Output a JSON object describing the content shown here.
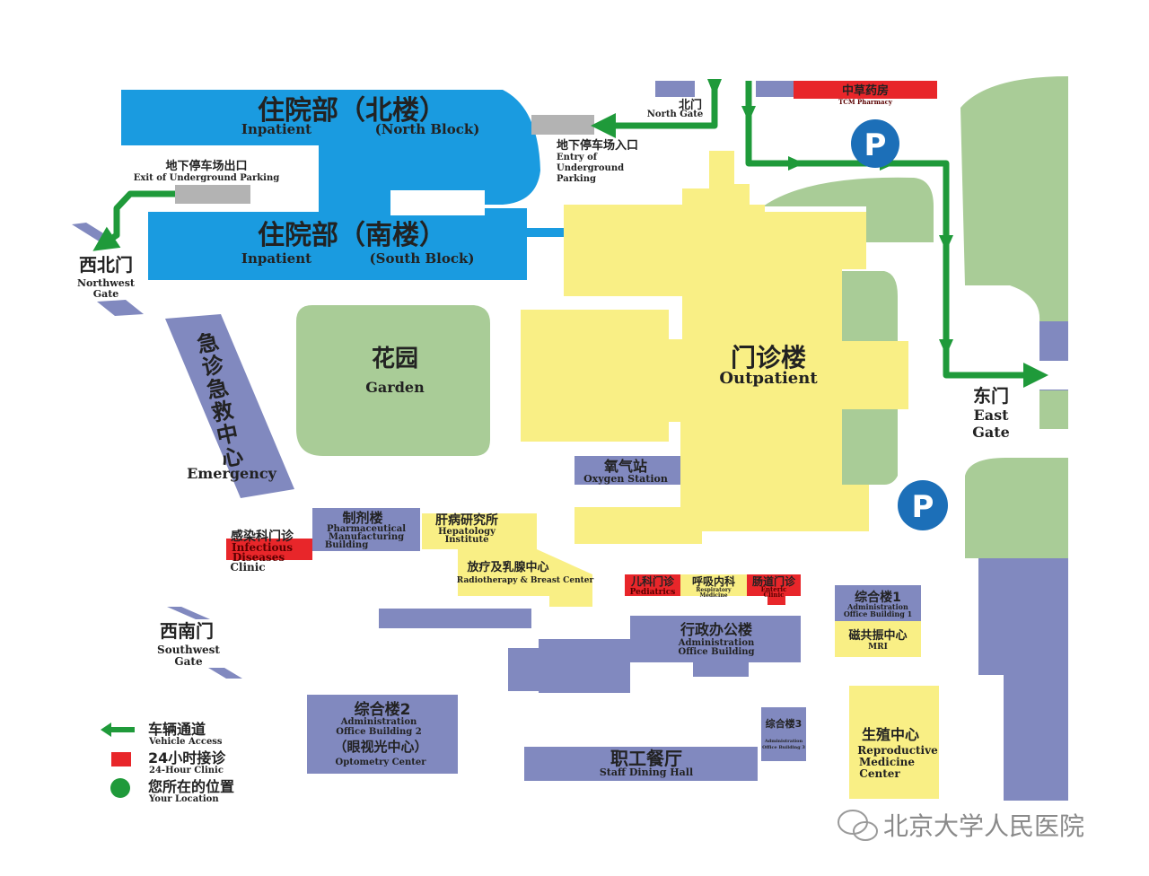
{
  "colors": {
    "inpatient": "#1a9be0",
    "outpatient": "#f9ef85",
    "garden": "#a9cc97",
    "building": "#8189bf",
    "clinic24h": "#e8262a",
    "route": "#1f9a3a",
    "parking": "#1c6fb8",
    "gray": "#b3b3b3"
  },
  "inpatient_north": {
    "zh": "住院部（北楼）",
    "en_a": "Inpatient",
    "en_b": "(North Block)"
  },
  "inpatient_south": {
    "zh": "住院部（南楼）",
    "en_a": "Inpatient",
    "en_b": "(South Block)"
  },
  "parking_exit": {
    "zh": "地下停车场出口",
    "en": "Exit of Underground Parking"
  },
  "parking_entry": {
    "zh": "地下停车场入口",
    "en1": "Entry of",
    "en2": "Underground",
    "en3": "Parking"
  },
  "north_gate": {
    "zh": "北门",
    "en": "North Gate"
  },
  "tcm_pharmacy": {
    "zh": "中草药房",
    "en": "TCM Pharmacy"
  },
  "northwest_gate": {
    "zh": "西北门",
    "en1": "Northwest",
    "en2": "Gate"
  },
  "emergency": {
    "zh": [
      "急",
      "诊",
      "急",
      "救",
      "中",
      "心"
    ],
    "en": "Emergency"
  },
  "garden": {
    "zh": "花园",
    "en": "Garden"
  },
  "outpatient": {
    "zh": "门诊楼",
    "en": "Outpatient"
  },
  "east_gate": {
    "zh": "东门",
    "en1": "East",
    "en2": "Gate"
  },
  "oxygen": {
    "zh": "氧气站",
    "en": "Oxygen Station"
  },
  "pharm_building": {
    "zh": "制剂楼",
    "en1": "Pharmaceutical",
    "en2": "Manufacturing",
    "en3": "Building"
  },
  "hepatology": {
    "zh": "肝病研究所",
    "en1": "Hepatology",
    "en2": "Institute"
  },
  "infectious": {
    "zh": "感染科门诊",
    "en1": "Infectious",
    "en2": "Diseases",
    "en3": "Clinic"
  },
  "radiotherapy": {
    "zh": "放疗及乳腺中心",
    "en": "Radiotherapy & Breast Center"
  },
  "pediatrics": {
    "zh": "儿科门诊",
    "en": "Pediatrics"
  },
  "respiratory": {
    "zh": "呼吸内科",
    "en1": "Respiratory",
    "en2": "Medicine"
  },
  "enteric": {
    "zh": "肠道门诊",
    "en1": "Enteric",
    "en2": "Clinic"
  },
  "admin1": {
    "zh": "综合楼1",
    "en1": "Administration",
    "en2": "Office Building 1"
  },
  "mri": {
    "zh": "磁共振中心",
    "en": "MRI"
  },
  "southwest_gate": {
    "zh": "西南门",
    "en1": "Southwest",
    "en2": "Gate"
  },
  "admin_office": {
    "zh": "行政办公楼",
    "en1": "Administration",
    "en2": "Office Building"
  },
  "admin2": {
    "zh": "综合楼2",
    "en1": "Administration",
    "en2": "Office Building 2",
    "zh2": "（眼视光中心）",
    "en3": "Optometry Center"
  },
  "admin3": {
    "zh": "综合楼3",
    "en1": "Administration",
    "en2": "Office Building 3"
  },
  "dining": {
    "zh": "职工餐厅",
    "en": "Staff Dining Hall"
  },
  "reproductive": {
    "zh": "生殖中心",
    "en1": "Reproductive",
    "en2": "Medicine",
    "en3": "Center"
  },
  "parking_symbol": "P",
  "legend": [
    {
      "zh": "车辆通道",
      "en": "Vehicle Access",
      "marker": "arrow"
    },
    {
      "zh": "24小时接诊",
      "en": "24-Hour Clinic",
      "marker": "square"
    },
    {
      "zh": "您所在的位置",
      "en": "Your Location",
      "marker": "dot"
    }
  ],
  "watermark": "北京大学人民医院",
  "icons": {
    "watermark_logo": "wechat-icon"
  }
}
